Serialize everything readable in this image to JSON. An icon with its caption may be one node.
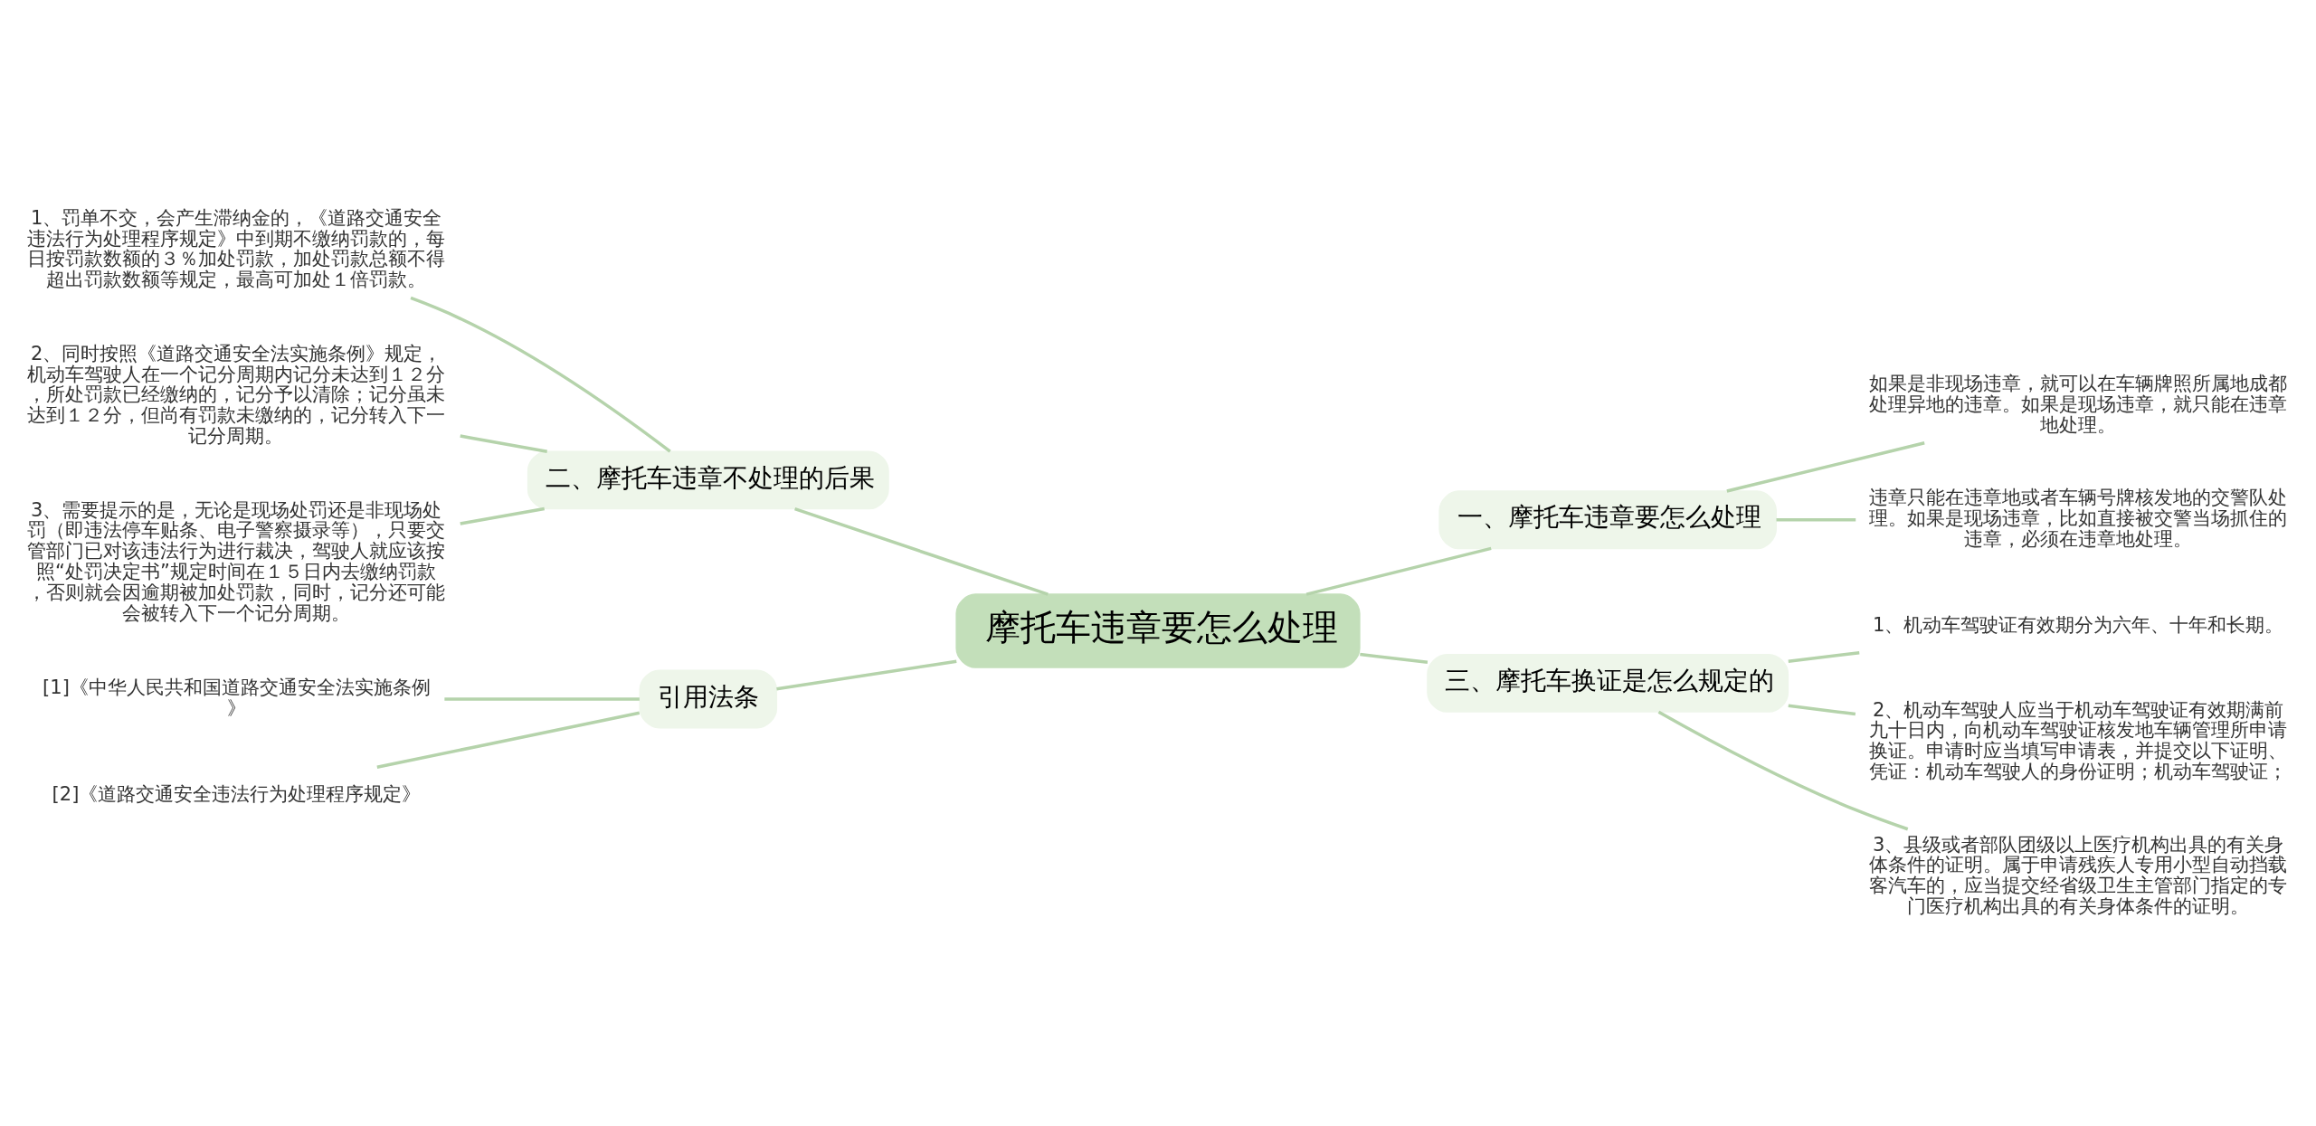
{
  "diagram": {
    "nodes": [
      {
        "text": [
          "摩托车违章要怎么处理"
        ]
      },
      {
        "text": [
          "二、摩托车违章不处理的后果"
        ]
      },
      {
        "text": [
          "1、罚单不交，会产生滞纳金的，《道路交通安全违法行为处理程序规定》中到期不缴纳罚款的，每日按罚款数额的３％加处罚款，加处罚款总额不得超出罚款数额等规定，最高可加处１倍罚款。"
        ]
      },
      {
        "text": [
          "2、同时按照《道路交通安全法实施条例》规定，机动车驾驶人在一个记分周期内记分未达到１２分，所处罚款已经缴纳的，记分予以清除；记分虽未达到１２分，但尚有罚款未缴纳的，记分转入下一记分周期。"
        ]
      },
      {
        "text": [
          "3、需要提示的是，无论是现场处罚还是非现场处罚（即违法停车贴条、电子警察摄录等），只要交管部门已对该违法行为进行裁决，驾驶人就应该按照“处罚决定书”规定时间在１５日内去缴纳罚款，否则就会因逾期被加处罚款，同时，记分还可能会被转入下一个记分周期。"
        ]
      },
      {
        "text": [
          "引用法条"
        ]
      },
      {
        "text": [
          "[1]《中华人民共和国道路交通安全法实施条例》"
        ]
      },
      {
        "text": [
          "[2]《道路交通安全违法行为处理程序规定》"
        ]
      },
      {
        "text": [
          "一、摩托车违章要怎么处理"
        ]
      },
      {
        "text": [
          "如果是非现场违章，就可以在车辆牌照所属地成都处理异地的违章。如果是现场违章，就只能在违章地处理。"
        ]
      },
      {
        "text": [
          "违章只能在违章地或者车辆号牌核发地的交警队处理。如果是现场违章，比如直接被交警当场抓住的违章，必须在违章地处理。"
        ]
      },
      {
        "text": [
          "三、摩托车换证是怎么规定的"
        ]
      },
      {
        "text": [
          "1、机动车驾驶证有效期分为六年、十年和长期。"
        ]
      },
      {
        "text": [
          "2、机动车驾驶人应当于机动车驾驶证有效期满前九十日内，向机动车驾驶证核发地车辆管理所申请换证。申请时应当填写申请表，并提交以下证明、凭证：机动车驾驶人的身份证明；机动车驾驶证；"
        ]
      },
      {
        "text": [
          "3、县级或者部队团级以上医疗机构出具的有关身体条件的证明。属于申请残疾人专用小型自动挡载客汽车的，应当提交经省级卫生主管部门指定的专门医疗机构出具的有关身体条件的证明。"
        ]
      }
    ],
    "edges": [
      {
        "from": 0,
        "to": 1,
        "arrow": "none"
      },
      {
        "from": 1,
        "to": 2,
        "arrow": "none"
      },
      {
        "from": 1,
        "to": 3,
        "arrow": "none"
      },
      {
        "from": 1,
        "to": 4,
        "arrow": "none"
      },
      {
        "from": 0,
        "to": 5,
        "arrow": "none"
      },
      {
        "from": 5,
        "to": 6,
        "arrow": "none"
      },
      {
        "from": 5,
        "to": 7,
        "arrow": "none"
      },
      {
        "from": 0,
        "to": 8,
        "arrow": "none"
      },
      {
        "from": 8,
        "to": 9,
        "arrow": "none"
      },
      {
        "from": 8,
        "to": 10,
        "arrow": "none"
      },
      {
        "from": 0,
        "to": 11,
        "arrow": "none"
      },
      {
        "from": 11,
        "to": 12,
        "arrow": "none"
      },
      {
        "from": 11,
        "to": 13,
        "arrow": "none"
      },
      {
        "from": 11,
        "to": 14,
        "arrow": "none"
      }
    ]
  }
}
